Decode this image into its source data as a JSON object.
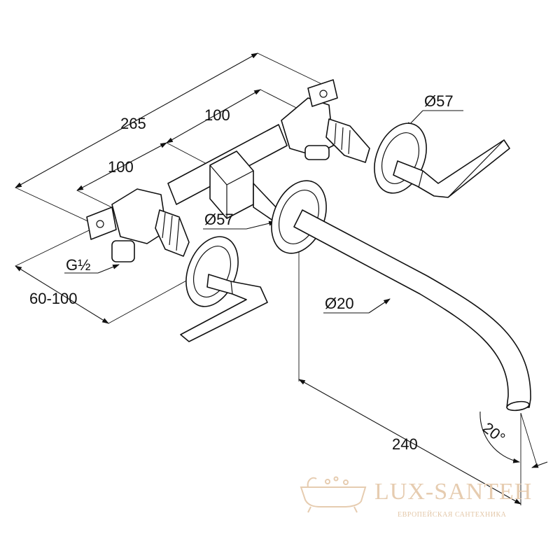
{
  "dimensions": {
    "overall_width": "265",
    "valve_spacing_top": "100",
    "valve_spacing_left": "100",
    "rosette_right_diameter": "Ø57",
    "rosette_center_diameter": "Ø57",
    "thread": "G½",
    "wall_depth": "60-100",
    "spout_diameter": "Ø20",
    "spout_projection": "240",
    "spout_angle": "20°"
  },
  "watermark": {
    "brand": "LUX-SANTEH",
    "tagline": "ЕВРОПЕЙСКАЯ САНТЕХНИКА"
  }
}
